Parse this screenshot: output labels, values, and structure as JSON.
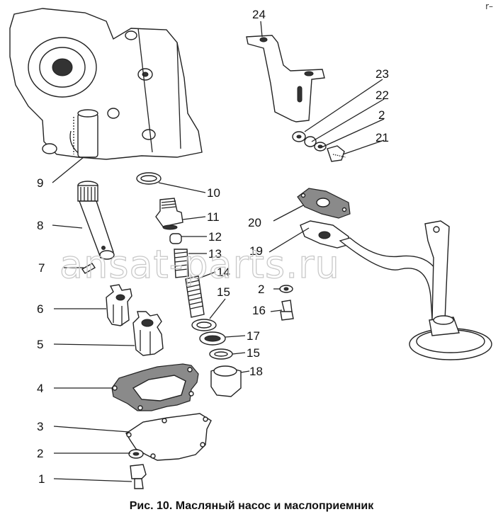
{
  "caption": "Рис. 10. Масляный насос и маслоприемник",
  "watermark": "ansat-parts.ru",
  "corner_mark": "r–",
  "callouts": [
    {
      "id": "c24",
      "label": "24"
    },
    {
      "id": "c23",
      "label": "23"
    },
    {
      "id": "c22",
      "label": "22"
    },
    {
      "id": "c2a",
      "label": "2"
    },
    {
      "id": "c21",
      "label": "21"
    },
    {
      "id": "c9",
      "label": "9"
    },
    {
      "id": "c10",
      "label": "10"
    },
    {
      "id": "c8",
      "label": "8"
    },
    {
      "id": "c11",
      "label": "11"
    },
    {
      "id": "c20",
      "label": "20"
    },
    {
      "id": "c12",
      "label": "12"
    },
    {
      "id": "c13",
      "label": "13"
    },
    {
      "id": "c19",
      "label": "19"
    },
    {
      "id": "c7",
      "label": "7"
    },
    {
      "id": "c14",
      "label": "14"
    },
    {
      "id": "c2b",
      "label": "2"
    },
    {
      "id": "c15a",
      "label": "15"
    },
    {
      "id": "c6",
      "label": "6"
    },
    {
      "id": "c16",
      "label": "16"
    },
    {
      "id": "c17",
      "label": "17"
    },
    {
      "id": "c5",
      "label": "5"
    },
    {
      "id": "c15b",
      "label": "15"
    },
    {
      "id": "c18",
      "label": "18"
    },
    {
      "id": "c4",
      "label": "4"
    },
    {
      "id": "c3",
      "label": "3"
    },
    {
      "id": "c2c",
      "label": "2"
    },
    {
      "id": "c1",
      "label": "1"
    }
  ]
}
